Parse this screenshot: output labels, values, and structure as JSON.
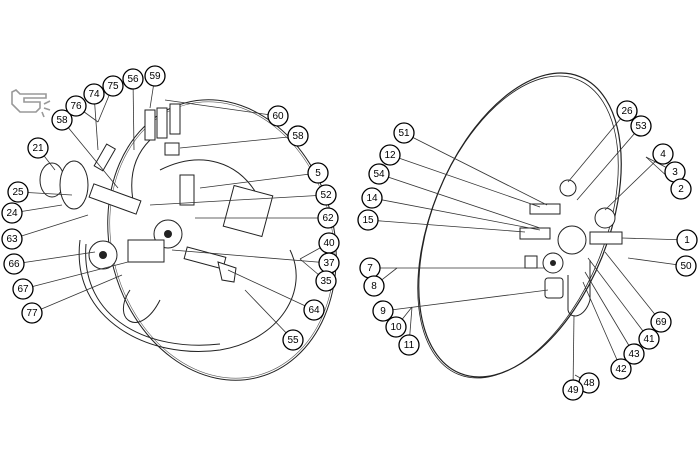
{
  "left_view": {
    "callouts": [
      "21",
      "25",
      "24",
      "63",
      "66",
      "67",
      "77",
      "58",
      "76",
      "74",
      "75",
      "56",
      "59",
      "60",
      "58",
      "5",
      "52",
      "62",
      "40",
      "37",
      "35",
      "64",
      "55"
    ]
  },
  "right_view": {
    "callouts": [
      "51",
      "12",
      "54",
      "14",
      "15",
      "7",
      "8",
      "9",
      "10",
      "11",
      "26",
      "53",
      "4",
      "3",
      "2",
      "1",
      "50",
      "69",
      "41",
      "43",
      "42",
      "48",
      "49"
    ]
  },
  "icons": [
    "hand-pointer-click-icon"
  ]
}
